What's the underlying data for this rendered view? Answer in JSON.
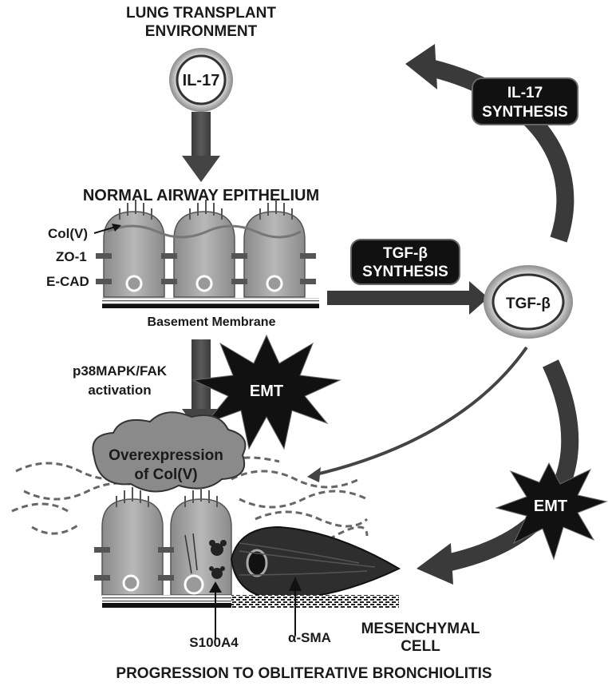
{
  "title": {
    "line1": "LUNG TRANSPLANT",
    "line2": "ENVIRONMENT"
  },
  "il17_node": "IL-17",
  "il17_synthesis": {
    "line1": "IL-17",
    "line2": "SYNTHESIS"
  },
  "normal_epithelium": "NORMAL AIRWAY EPITHELIUM",
  "markers": {
    "colv": "Col(V)",
    "zo1": "ZO-1",
    "ecad": "E-CAD"
  },
  "basement_membrane": "Basement Membrane",
  "tgf_synthesis": {
    "line1": "TGF-β",
    "line2": "SYNTHESIS"
  },
  "tgf_node": "TGF-β",
  "pathway": {
    "line1": "p38MAPK/FAK",
    "line2": "activation"
  },
  "emt_left": "EMT",
  "emt_right": "EMT",
  "overexpression": {
    "line1": "Overexpression",
    "line2": "of Col(V)"
  },
  "s100a4": "S100A4",
  "alpha_sma": "α-SMA",
  "mesenchymal": {
    "line1": "MESENCHYMAL",
    "line2": "CELL"
  },
  "footer": "PROGRESSION TO OBLITERATIVE BRONCHIOLITIS"
}
